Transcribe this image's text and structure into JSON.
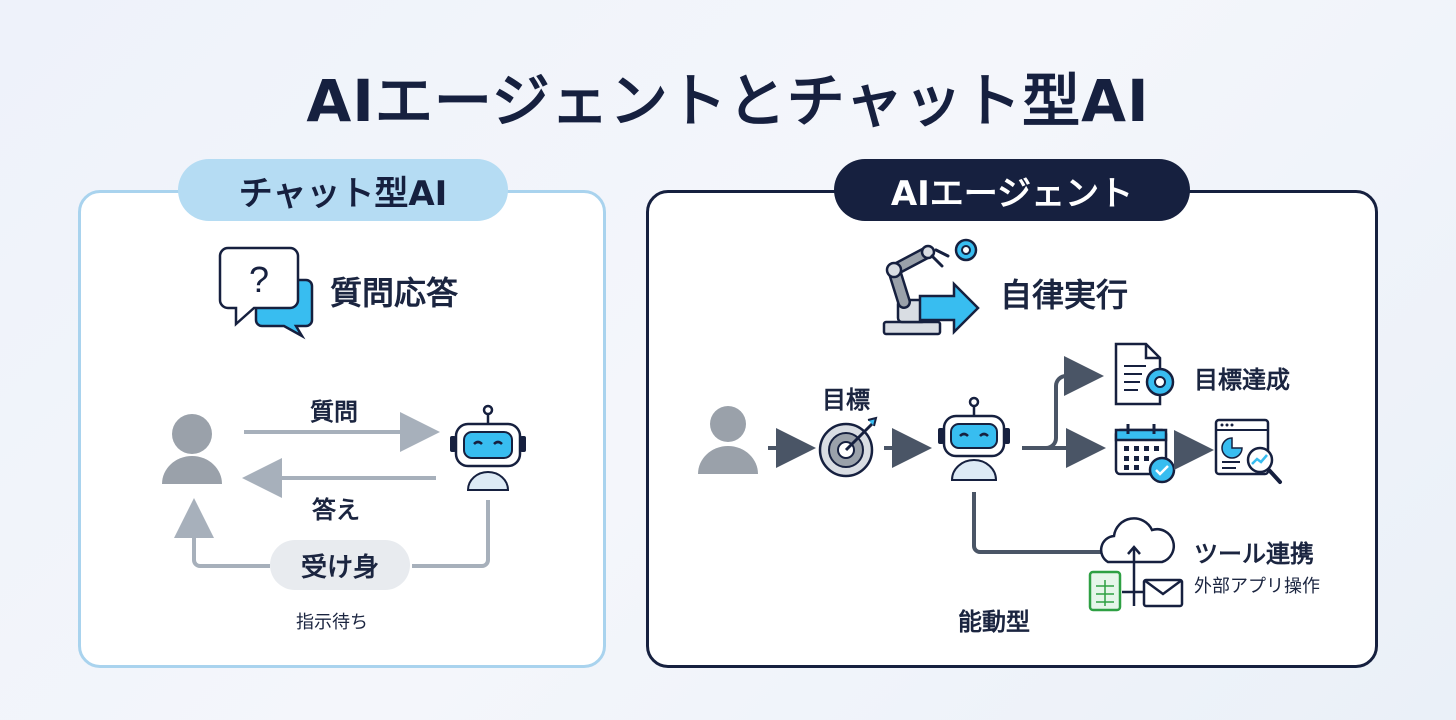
{
  "title": "AIエージェントとチャット型AI",
  "chat_ai": {
    "badge": "チャット型AI",
    "heading": "質問応答",
    "question_label": "質問",
    "answer_label": "答え",
    "passive_label": "受け身",
    "waiting_label": "指示待ち"
  },
  "agent": {
    "badge": "AIエージェント",
    "heading": "自律実行",
    "goal_label": "目標",
    "goal_achieved_label": "目標達成",
    "tool_label": "ツール連携",
    "tool_sub_label": "外部アプリ操作",
    "proactive_label": "能動型"
  },
  "colors": {
    "navy": "#16203f",
    "light_blue": "#b5dcf3",
    "cyan": "#38bdf0",
    "gray": "#9aa1aa"
  }
}
